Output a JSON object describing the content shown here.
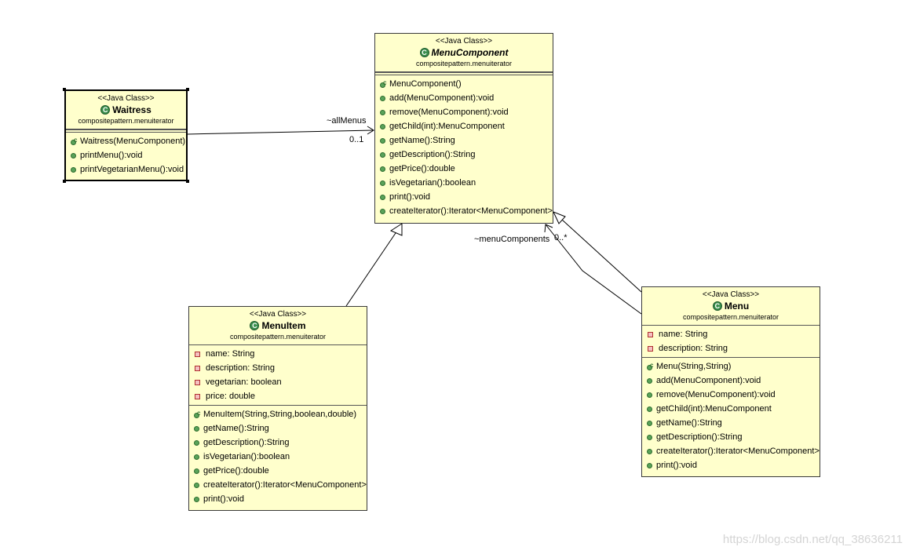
{
  "classes": {
    "component": {
      "stereotype": "<<Java Class>>",
      "name": "MenuComponent",
      "package": "compositepattern.menuiterator",
      "attributes": [],
      "methods": [
        {
          "text": "MenuComponent()",
          "kind": "constructor"
        },
        {
          "text": "add(MenuComponent):void",
          "kind": "public"
        },
        {
          "text": "remove(MenuComponent):void",
          "kind": "public"
        },
        {
          "text": "getChild(int):MenuComponent",
          "kind": "public"
        },
        {
          "text": "getName():String",
          "kind": "public"
        },
        {
          "text": "getDescription():String",
          "kind": "public"
        },
        {
          "text": "getPrice():double",
          "kind": "public"
        },
        {
          "text": "isVegetarian():boolean",
          "kind": "public"
        },
        {
          "text": "print():void",
          "kind": "public"
        },
        {
          "text": "createIterator():Iterator<MenuComponent>",
          "kind": "public"
        }
      ]
    },
    "waitress": {
      "stereotype": "<<Java Class>>",
      "name": "Waitress",
      "package": "compositepattern.menuiterator",
      "attributes": [],
      "methods": [
        {
          "text": "Waitress(MenuComponent)",
          "kind": "constructor"
        },
        {
          "text": "printMenu():void",
          "kind": "public"
        },
        {
          "text": "printVegetarianMenu():void",
          "kind": "public"
        }
      ]
    },
    "menuitem": {
      "stereotype": "<<Java Class>>",
      "name": "MenuItem",
      "package": "compositepattern.menuiterator",
      "attributes": [
        {
          "text": "name: String",
          "kind": "private"
        },
        {
          "text": "description: String",
          "kind": "private"
        },
        {
          "text": "vegetarian: boolean",
          "kind": "private"
        },
        {
          "text": "price: double",
          "kind": "private"
        }
      ],
      "methods": [
        {
          "text": "MenuItem(String,String,boolean,double)",
          "kind": "constructor"
        },
        {
          "text": "getName():String",
          "kind": "public"
        },
        {
          "text": "getDescription():String",
          "kind": "public"
        },
        {
          "text": "isVegetarian():boolean",
          "kind": "public"
        },
        {
          "text": "getPrice():double",
          "kind": "public"
        },
        {
          "text": "createIterator():Iterator<MenuComponent>",
          "kind": "public"
        },
        {
          "text": "print():void",
          "kind": "public"
        }
      ]
    },
    "menu": {
      "stereotype": "<<Java Class>>",
      "name": "Menu",
      "package": "compositepattern.menuiterator",
      "attributes": [
        {
          "text": "name: String",
          "kind": "private"
        },
        {
          "text": "description: String",
          "kind": "private"
        }
      ],
      "methods": [
        {
          "text": "Menu(String,String)",
          "kind": "constructor"
        },
        {
          "text": "add(MenuComponent):void",
          "kind": "public"
        },
        {
          "text": "remove(MenuComponent):void",
          "kind": "public"
        },
        {
          "text": "getChild(int):MenuComponent",
          "kind": "public"
        },
        {
          "text": "getName():String",
          "kind": "public"
        },
        {
          "text": "getDescription():String",
          "kind": "public"
        },
        {
          "text": "createIterator():Iterator<MenuComponent>",
          "kind": "public"
        },
        {
          "text": "print():void",
          "kind": "public"
        }
      ]
    }
  },
  "associations": {
    "waitress_role": "~allMenus",
    "waitress_mult": "0..1",
    "menu_role": "~menuComponents",
    "menu_mult": "0..*"
  },
  "class_icon_letter": "C",
  "constructor_marker": "c",
  "watermark": "https://blog.csdn.net/qq_38636211"
}
